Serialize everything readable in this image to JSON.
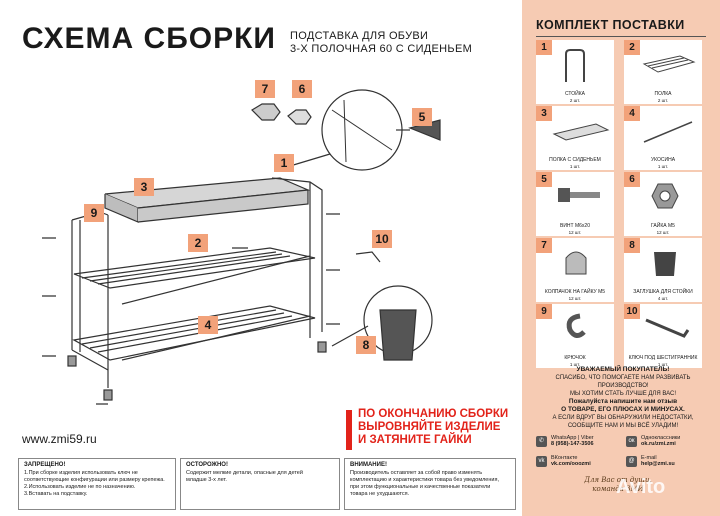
{
  "header": {
    "title": "СХЕМА СБОРКИ",
    "subtitle_line1": "ПОДСТАВКА ДЛЯ ОБУВИ",
    "subtitle_line2": "3-Х ПОЛОЧНАЯ 60 С СИДЕНЬЕМ"
  },
  "diagram": {
    "callouts": [
      "7",
      "6",
      "5",
      "1",
      "3",
      "9",
      "2",
      "10",
      "4",
      "8"
    ]
  },
  "website": "www.zmi59.ru",
  "finish_note": {
    "line1": "ПО ОКОНЧАНИЮ СБОРКИ",
    "line2": "ВЫРОВНЯЙТЕ ИЗДЕЛИЕ",
    "line3": "И ЗАТЯНИТЕ ГАЙКИ"
  },
  "notes": {
    "forbidden_title": "ЗАПРЕЩЕНО!",
    "forbidden_1": "1.При сборке изделия использовать ключ не",
    "forbidden_1b": "соответствующие конфигурации или размеру крепежа.",
    "forbidden_2": "2.Использовать изделие не по назначению.",
    "forbidden_3": "3.Вставать на подставку.",
    "caution_title": "ОСТОРОЖНО!",
    "caution_1": "Содержит мелкие детали, опасные для детей",
    "caution_2": "младше 3-х лет.",
    "attention_title": "ВНИМАНИЕ!",
    "attention_1": "Производитель оставляет за собой право изменять",
    "attention_2": "комплектацию и характеристики товара без уведомления,",
    "attention_3": "при этом функциональные и качественные показатели",
    "attention_4": "товара не ухудшаются."
  },
  "kit": {
    "title": "КОМПЛЕКТ ПОСТАВКИ",
    "parts": [
      {
        "num": "1",
        "label": "СТОЙКА",
        "qty": "2 шт."
      },
      {
        "num": "2",
        "label": "ПОЛКА",
        "qty": "2 шт."
      },
      {
        "num": "3",
        "label": "ПОЛКА С СИДЕНЬЕМ",
        "qty": "1 шт."
      },
      {
        "num": "4",
        "label": "УКОСИНА",
        "qty": "1 шт."
      },
      {
        "num": "5",
        "label": "ВИНТ М6x20",
        "qty": "12 шт."
      },
      {
        "num": "6",
        "label": "ГАЙКА М5",
        "qty": "12 шт."
      },
      {
        "num": "7",
        "label": "КОЛПАЧОК НА ГАЙКУ М5",
        "qty": "12 шт."
      },
      {
        "num": "8",
        "label": "ЗАГЛУШКА ДЛЯ СТОЙКИ",
        "qty": "4 шт."
      },
      {
        "num": "9",
        "label": "КРЮЧОК",
        "qty": "1 шт."
      },
      {
        "num": "10",
        "label": "КЛЮЧ ПОД ШЕСТИГРАННИК",
        "qty": "1 шт."
      }
    ]
  },
  "thanks": {
    "line1": "УВАЖАЕМЫЙ ПОКУПАТЕЛЬ!",
    "line2": "СПАСИБО, ЧТО ПОМОГАЕТЕ НАМ РАЗВИВАТЬ",
    "line3": "ПРОИЗВОДСТВО!",
    "line4": "МЫ ХОТИМ СТАТЬ ЛУЧШЕ ДЛЯ ВАС!",
    "line5": "Пожалуйста напишите нам отзыв",
    "line6": "О ТОВАРЕ, ЕГО ПЛЮСАХ И МИНУСАХ.",
    "line7": "А ЕСЛИ ВДРУГ ВЫ ОБНАРУЖИЛИ НЕДОСТАТКИ,",
    "line8": "СООБЩИТЕ НАМ И МЫ ВСЁ УЛАДИМ!"
  },
  "contacts": {
    "whatsapp_label": "WhatsApp | Viber",
    "whatsapp_value": "8 (958)-147-3506",
    "ok_label": "Одноклассники",
    "ok_value": "ok.ru/zmi.zmi",
    "vk_label": "ВКонтакте",
    "vk_value": "vk.com/ooozmi",
    "mail_label": "E-mail",
    "mail_value": "help@zmi.su"
  },
  "stamp": {
    "line1": "Для Вас от души,",
    "line2": "команда ЗМИ"
  },
  "watermark": "Avito"
}
